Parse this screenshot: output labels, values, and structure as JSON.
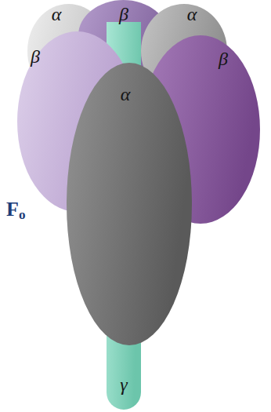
{
  "diagram": {
    "nodes": [
      {
        "text": [
          "α"
        ]
      },
      {
        "text": [
          "β"
        ]
      },
      {
        "text": [
          "α"
        ]
      },
      {
        "text": [
          "γ"
        ]
      },
      {
        "text": [
          "β"
        ]
      },
      {
        "text": [
          "β"
        ]
      },
      {
        "text": [
          "α"
        ]
      }
    ],
    "labels": [
      "F",
      "o"
    ]
  }
}
